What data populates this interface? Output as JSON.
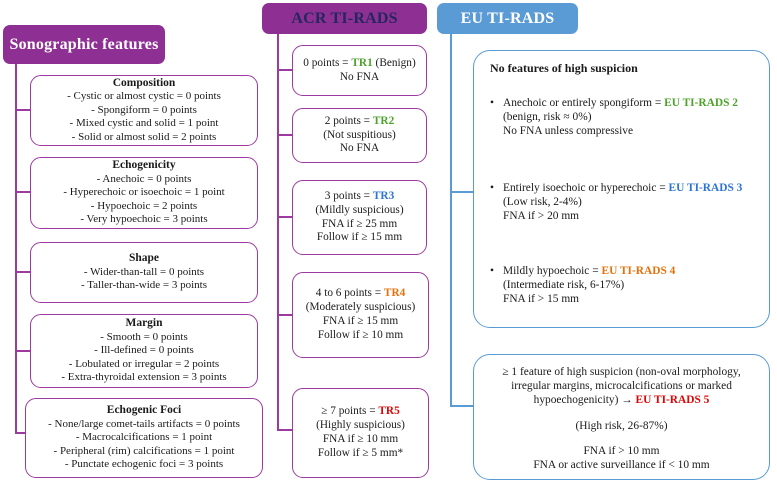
{
  "colors": {
    "header_purple": "#8e3093",
    "purple_border": "#9d3a9f",
    "header_blue": "#5b9bd5",
    "acr_header_text": "#26265e",
    "green": "#4ca32b",
    "blue_text": "#2d74d4",
    "orange": "#e8700a",
    "red": "#e00404"
  },
  "left": {
    "header": "Sonographic features",
    "boxes": [
      {
        "title": "Composition",
        "lines": [
          "- Cystic or almost cystic = 0 points",
          "- Spongiform = 0 points",
          "- Mixed cystic and solid = 1 point",
          "- Solid or almost solid = 2 points"
        ]
      },
      {
        "title": "Echogenicity",
        "lines": [
          "- Anechoic = 0 points",
          "- Hyperechoic or isoechoic = 1 point",
          "- Hypoechoic = 2 points",
          "- Very hypoechoic = 3 points"
        ]
      },
      {
        "title": "Shape",
        "lines": [
          "- Wider-than-tall = 0 points",
          "- Taller-than-wide = 3 points"
        ]
      },
      {
        "title": "Margin",
        "lines": [
          "- Smooth = 0 points",
          "- Ill-defined = 0 points",
          "- Lobulated or irregular = 2 points",
          "- Extra-thyroidal extension = 3 points"
        ]
      },
      {
        "title": "Echogenic Foci",
        "lines": [
          "- None/large comet-tails artifacts = 0 points",
          "- Macrocalcifications = 1 point",
          "- Peripheral (rim) calcifications = 1 point",
          "- Punctate echogenic foci = 3 points"
        ]
      }
    ]
  },
  "acr": {
    "header": "ACR TI-RADS",
    "boxes": [
      {
        "pre": "0 points = ",
        "term": "TR1",
        "post": " (Benign)",
        "lines": [
          "No FNA"
        ]
      },
      {
        "pre": "2 points = ",
        "term": "TR2",
        "post": "",
        "lines": [
          "(Not suspitious)",
          "No FNA"
        ]
      },
      {
        "pre": "3 points = ",
        "term": "TR3",
        "post": "",
        "lines": [
          "(Mildly suspicious)",
          "FNA if ≥ 25 mm",
          "Follow if ≥ 15 mm"
        ]
      },
      {
        "pre": "4 to 6 points = ",
        "term": "TR4",
        "post": "",
        "lines": [
          "(Moderately suspicious)",
          "FNA if ≥ 15 mm",
          "Follow if ≥ 10 mm"
        ]
      },
      {
        "pre": "≥ 7 points = ",
        "term": "TR5",
        "post": "",
        "lines": [
          "(Highly suspicious)",
          "FNA if ≥ 10 mm",
          "Follow if ≥ 5 mm*"
        ]
      }
    ]
  },
  "eu": {
    "header": "EU TI-RADS",
    "no_suspicion": {
      "title": "No features of high suspicion",
      "bullets": [
        {
          "pre": "Anechoic or entirely spongiform = ",
          "term": "EU TI-RADS 2",
          "lines": [
            "(benign, risk ≈ 0%)",
            "No FNA unless compressive"
          ]
        },
        {
          "pre": "Entirely isoechoic or hyperechoic = ",
          "term": "EU TI-RADS 3",
          "lines": [
            "(Low risk, 2-4%)",
            "FNA if > 20 mm"
          ]
        },
        {
          "pre": "Mildly hypoechoic = ",
          "term": "EU TI-RADS 4",
          "lines": [
            "(Intermediate risk, 6-17%)",
            "FNA if > 15 mm"
          ]
        }
      ]
    },
    "high_suspicion": {
      "pre": "≥ 1 feature of high suspicion (non-oval morphology, irregular margins, microcalcifications or marked hypoechogenicity) → ",
      "term": "EU TI-RADS 5",
      "risk": "(High risk, 26-87%)",
      "lines": [
        "FNA if > 10 mm",
        "FNA or active surveillance  if < 10 mm"
      ]
    }
  }
}
